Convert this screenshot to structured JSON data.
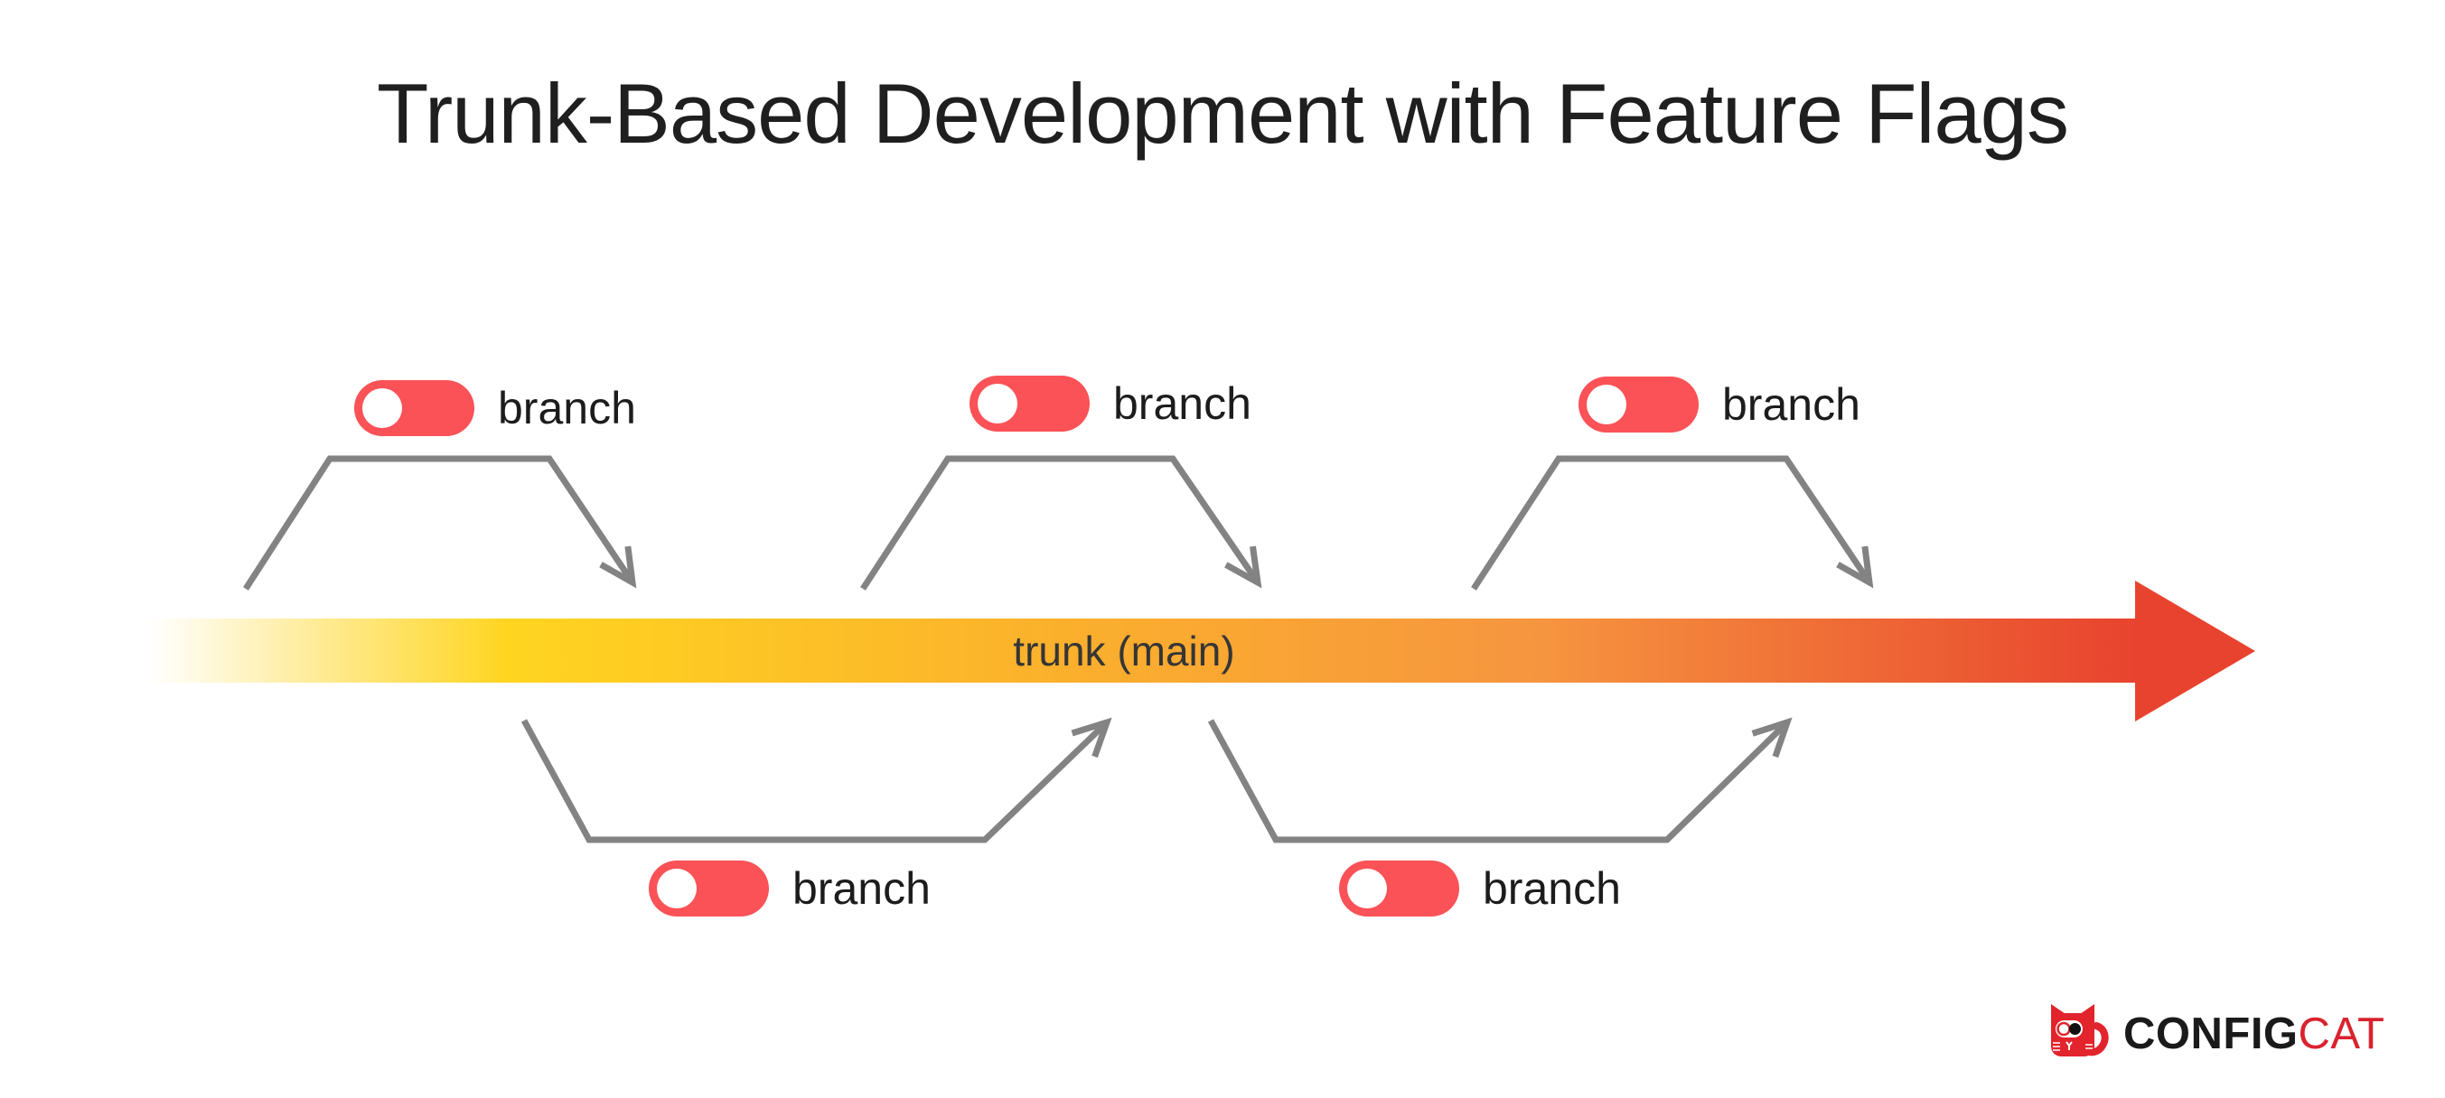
{
  "title": "Trunk-Based Development with Feature Flags",
  "trunk": {
    "label": "trunk (main)"
  },
  "branches": {
    "toggle_knob_side": "left",
    "top": [
      {
        "label": "branch"
      },
      {
        "label": "branch"
      },
      {
        "label": "branch"
      }
    ],
    "bottom": [
      {
        "label": "branch"
      },
      {
        "label": "branch"
      }
    ]
  },
  "logo": {
    "config_text": "CONFIG",
    "cat_text": "CAT",
    "icon": "configcat-cat-icon"
  },
  "colors": {
    "toggle_red": "#FA5257",
    "trunk_gradient_start": "#FFFFFF",
    "trunk_gradient_yellow": "#FFD520",
    "trunk_gradient_orange": "#F6953F",
    "trunk_gradient_end": "#E8432E",
    "branch_line_gray": "#838383",
    "title_text": "#1F1F1F",
    "logo_config_black": "#1A1A1A",
    "logo_cat_red": "#D9232E",
    "cat_icon_red": "#E2242C"
  }
}
